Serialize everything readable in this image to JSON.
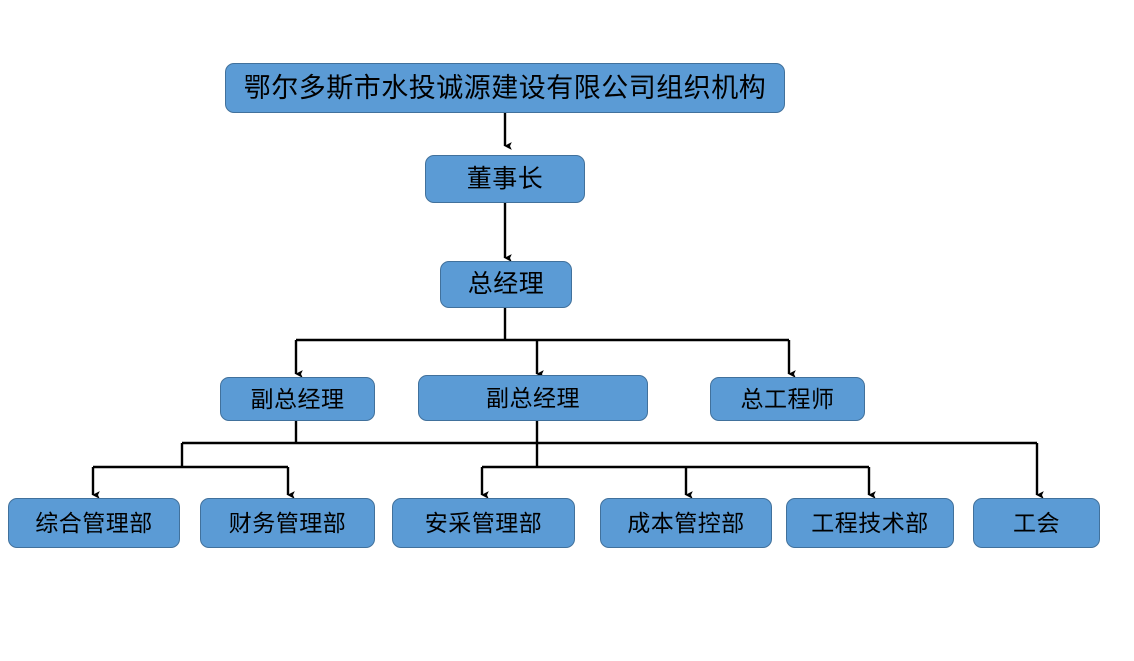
{
  "diagram": {
    "type": "organization-chart",
    "title": "鄂尔多斯市水投诚源建设有限公司组织机构",
    "colors": {
      "node_fill": "#5B9BD5",
      "node_border": "#41719C",
      "connector": "#000000",
      "text": "#000000",
      "background": "#FFFFFF"
    },
    "levels": [
      {
        "level": 1,
        "nodes": [
          {
            "id": "org-title",
            "label": "鄂尔多斯市水投诚源建设有限公司组织机构"
          }
        ]
      },
      {
        "level": 2,
        "nodes": [
          {
            "id": "chairman",
            "label": "董事长"
          }
        ]
      },
      {
        "level": 3,
        "nodes": [
          {
            "id": "general-manager",
            "label": "总经理"
          }
        ]
      },
      {
        "level": 4,
        "nodes": [
          {
            "id": "deputy-gm-1",
            "label": "副总经理"
          },
          {
            "id": "deputy-gm-2",
            "label": "副总经理"
          },
          {
            "id": "chief-engineer",
            "label": "总工程师"
          }
        ]
      },
      {
        "level": 5,
        "nodes": [
          {
            "id": "dept-general-admin",
            "label": "综合管理部"
          },
          {
            "id": "dept-finance",
            "label": "财务管理部"
          },
          {
            "id": "dept-safety-procurement",
            "label": "安采管理部"
          },
          {
            "id": "dept-cost-control",
            "label": "成本管控部"
          },
          {
            "id": "dept-engineering-tech",
            "label": "工程技术部"
          },
          {
            "id": "dept-labor-union",
            "label": "工会"
          }
        ]
      }
    ],
    "relations": [
      {
        "from": "org-title",
        "to": "chairman"
      },
      {
        "from": "chairman",
        "to": "general-manager"
      },
      {
        "from": "general-manager",
        "to": "deputy-gm-1"
      },
      {
        "from": "general-manager",
        "to": "deputy-gm-2"
      },
      {
        "from": "general-manager",
        "to": "chief-engineer"
      },
      {
        "from": "deputy-gm-1",
        "to": "dept-general-admin"
      },
      {
        "from": "deputy-gm-1",
        "to": "dept-finance"
      },
      {
        "from": "deputy-gm-2",
        "to": "dept-safety-procurement"
      },
      {
        "from": "deputy-gm-2",
        "to": "dept-cost-control"
      },
      {
        "from": "deputy-gm-2",
        "to": "dept-engineering-tech"
      },
      {
        "from": "deputy-gm-1",
        "to": "dept-labor-union"
      }
    ]
  }
}
